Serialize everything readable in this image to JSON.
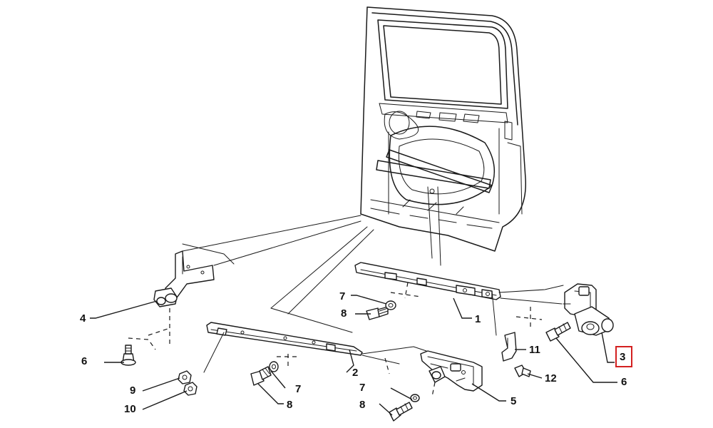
{
  "labels": {
    "p1": "1",
    "p2": "2",
    "p3": "3",
    "p4": "4",
    "p5": "5",
    "p6a": "6",
    "p6b": "6",
    "p7a": "7",
    "p7b": "7",
    "p7c": "7",
    "p8a": "8",
    "p8b": "8",
    "p8c": "8",
    "p9": "9",
    "p10": "10",
    "p11": "11",
    "p12": "12"
  },
  "highlight": {
    "part": "3",
    "color": "#d32020"
  }
}
